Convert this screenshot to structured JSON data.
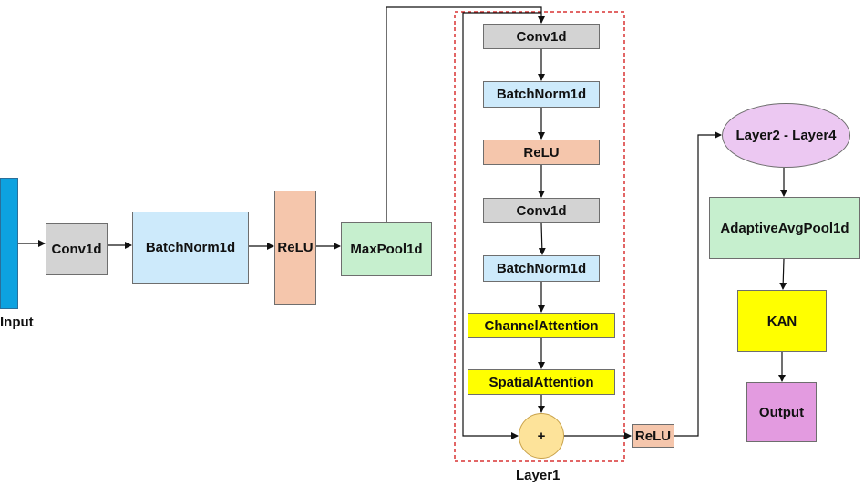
{
  "colors": {
    "input_bar": "#0da2e0",
    "gray": "#d3d3d3",
    "light_blue": "#cdeafb",
    "salmon": "#f5c6ac",
    "green": "#c6efce",
    "yellow": "#ffff00",
    "lavender": "#ecc8f2",
    "orchid": "#e39be0",
    "circle_fill": "#fde39a",
    "dashed_border": "#d93434",
    "arrow": "#111111"
  },
  "stem": {
    "input_label": "Input",
    "conv1d": "Conv1d",
    "batchnorm1d": "BatchNorm1d",
    "relu": "ReLU",
    "maxpool1d": "MaxPool1d"
  },
  "layer1": {
    "title": "Layer1",
    "conv1d_a": "Conv1d",
    "batchnorm1d_a": "BatchNorm1d",
    "relu": "ReLU",
    "conv1d_b": "Conv1d",
    "batchnorm1d_b": "BatchNorm1d",
    "channel_attention": "ChannelAttention",
    "spatial_attention": "SpatialAttention",
    "add_symbol": "+"
  },
  "post": {
    "relu": "ReLU",
    "layers_2_4": "Layer2 - Layer4",
    "adaptive_avg_pool": "AdaptiveAvgPool1d",
    "kan": "KAN",
    "output": "Output"
  }
}
